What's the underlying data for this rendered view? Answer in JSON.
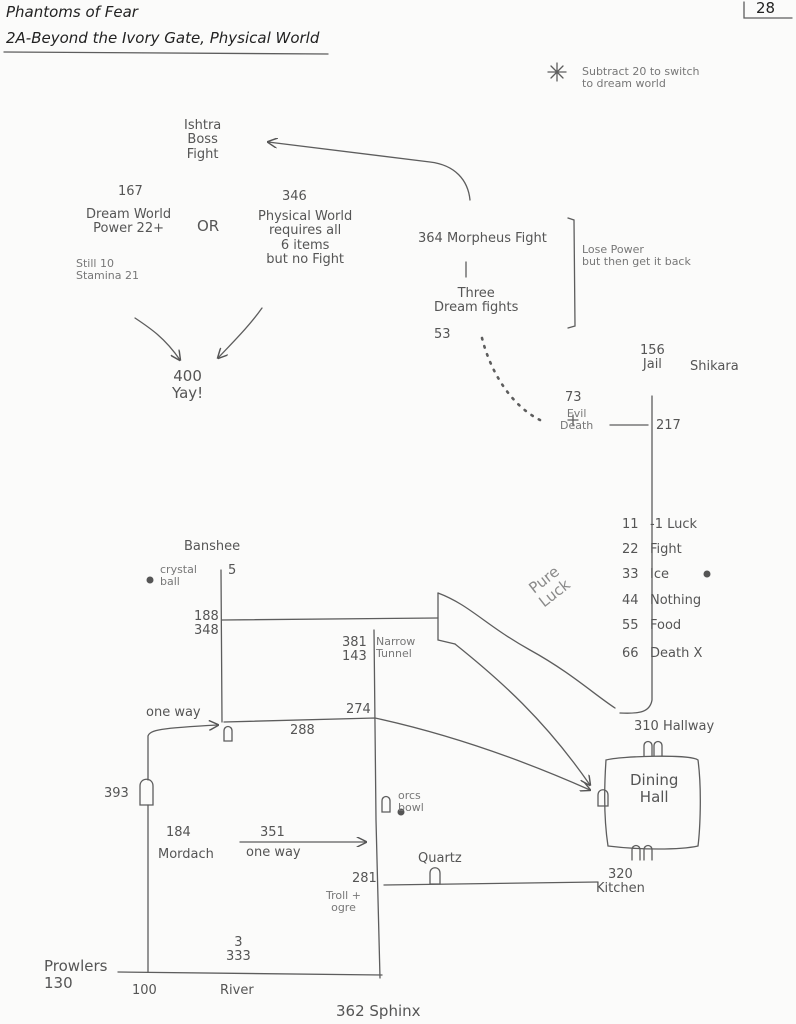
{
  "page": {
    "title": "Phantoms of Fear",
    "subtitle": "2A-Beyond the Ivory Gate, Physical World",
    "page_number": "28",
    "note": "Subtract 20 to switch\nto dream world"
  },
  "nodes": {
    "ishtra": "Ishtra\nBoss\nFight",
    "n167": "167",
    "dream_world": "Dream World\nPower 22+",
    "still_stamina": "Still 10\nStamina 21",
    "or": "OR",
    "n346": "346",
    "physical_world": "Physical World\nrequires all\n6 items\nbut no Fight",
    "n400": "400\nYay!",
    "morpheus": "364 Morpheus Fight",
    "lose_power": "Lose Power\nbut then get it back",
    "three_dream": "Three\nDream fights",
    "n53": "53",
    "jail": "156\nJail",
    "shikara": "Shikara",
    "n73": "73",
    "evil_death": "Evil\nDeath",
    "n217": "217",
    "pure_luck": "Pure\nLuck",
    "banshee": "Banshee",
    "banshee_5": "5",
    "crystal_ball": "crystal\nball",
    "n188": "188\n348",
    "n381": "381\n143",
    "narrow_tunnel": "Narrow\nTunnel",
    "one_way_a": "one way",
    "n274": "274",
    "n288": "288",
    "hallway": "310 Hallway",
    "dining_hall": "Dining\nHall",
    "n393": "393",
    "n184": "184",
    "mordach": "Mordach",
    "n351": "351",
    "one_way_b": "one way",
    "orcs_bowl": "orcs\nbowl",
    "quartz": "Quartz",
    "n281": "281",
    "troll": "Troll +\nogre",
    "kitchen": "320\nKitchen",
    "prowlers": "Prowlers\n130",
    "n100": "100",
    "n3": "3\n333",
    "river": "River",
    "sphinx": "362 Sphinx"
  },
  "luck_table": [
    {
      "roll": "11",
      "result": "-1 Luck"
    },
    {
      "roll": "22",
      "result": "Fight"
    },
    {
      "roll": "33",
      "result": "Ice"
    },
    {
      "roll": "44",
      "result": "Nothing"
    },
    {
      "roll": "55",
      "result": "Food"
    },
    {
      "roll": "66",
      "result": "Death X"
    }
  ],
  "colors": {
    "ink": "#4a4a4a",
    "paper": "#fbfbfa",
    "pencil": "#6d6d6d"
  }
}
